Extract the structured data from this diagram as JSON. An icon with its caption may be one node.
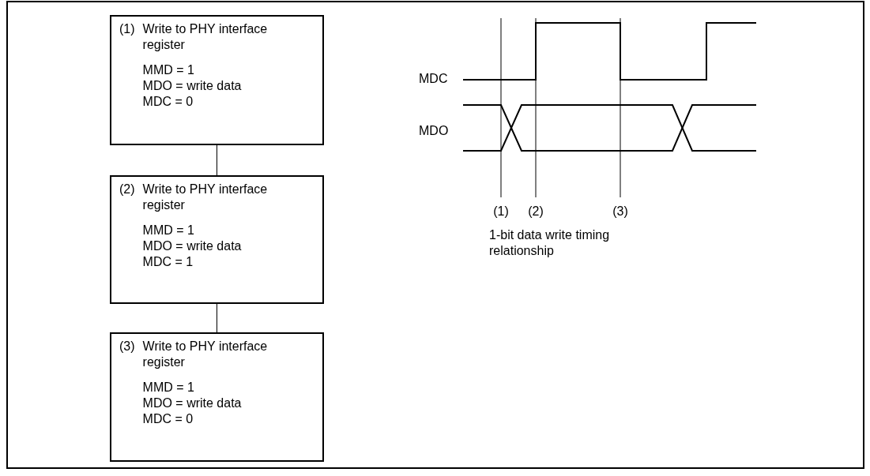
{
  "diagram": {
    "nodes": [
      {
        "text": [
          "(1)",
          "Write to PHY interface register",
          "MMD = 1",
          "MDO = write data",
          "MDC = 0"
        ]
      },
      {
        "text": [
          "(2)",
          "Write to PHY interface register",
          "MMD = 1",
          "MDO = write data",
          "MDC = 1"
        ]
      },
      {
        "text": [
          "(3)",
          "Write to PHY interface register",
          "MMD = 1",
          "MDO = write data",
          "MDC = 0"
        ]
      }
    ],
    "edges": [
      {
        "from": 0,
        "to": 1,
        "arrow": "none"
      },
      {
        "from": 1,
        "to": 2,
        "arrow": "none"
      }
    ],
    "labels": [
      "MDC",
      "MDO",
      "(1)",
      "(2)",
      "(3)",
      "1-bit data write timing relationship"
    ]
  }
}
